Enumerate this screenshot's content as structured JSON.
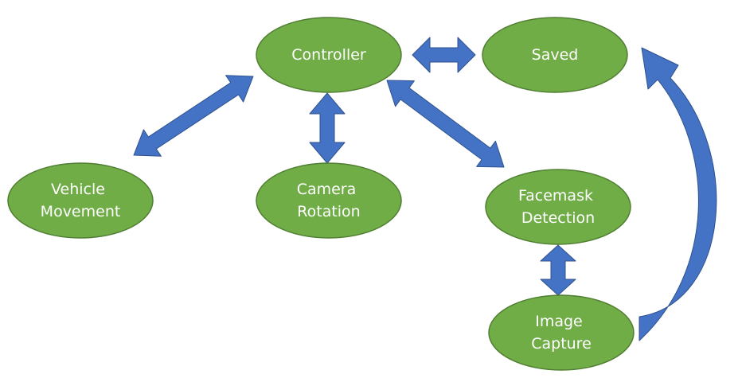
{
  "colors": {
    "node_fill": "#70ad47",
    "node_stroke": "#507e32",
    "arrow_fill": "#4472c4",
    "arrow_stroke": "#2f528f",
    "label_text": "#ffffff"
  },
  "nodes": {
    "controller": {
      "lines": [
        "Controller"
      ]
    },
    "saved": {
      "lines": [
        "Saved"
      ]
    },
    "vehicle_movement": {
      "lines": [
        "Vehicle",
        "Movement"
      ]
    },
    "camera_rotation": {
      "lines": [
        "Camera",
        "Rotation"
      ]
    },
    "facemask_detection": {
      "lines": [
        "Facemask",
        "Detection"
      ]
    },
    "image_capture": {
      "lines": [
        "Image",
        "Capture"
      ]
    }
  },
  "connections": [
    {
      "from": "controller",
      "to": "saved",
      "style": "double-arrow"
    },
    {
      "from": "controller",
      "to": "vehicle_movement",
      "style": "double-arrow"
    },
    {
      "from": "controller",
      "to": "camera_rotation",
      "style": "double-arrow"
    },
    {
      "from": "controller",
      "to": "facemask_detection",
      "style": "double-arrow"
    },
    {
      "from": "facemask_detection",
      "to": "image_capture",
      "style": "double-arrow"
    },
    {
      "from": "image_capture",
      "to": "saved",
      "style": "curved-arrow"
    }
  ]
}
